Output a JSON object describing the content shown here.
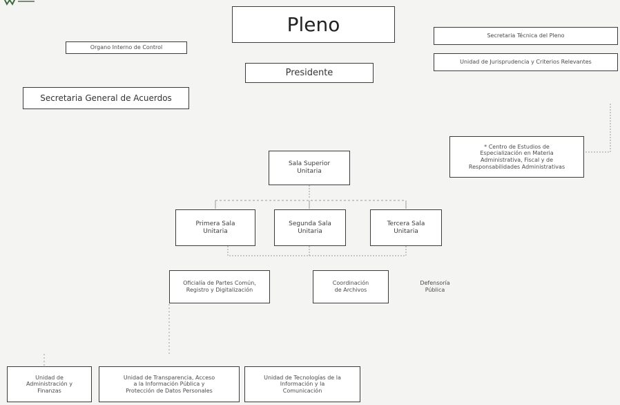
{
  "nodes": {
    "pleno": "Pleno",
    "organo_interno": "Organo Interno de Control",
    "presidente": "Presidente",
    "secretaria_general": "Secretaria General de Acuerdos",
    "secretaria_tecnica": "Secretaria Técnica del Pleno",
    "unidad_jurisprudencia": "Unidad de Jurisprudencia y Criterios Relevantes",
    "centro_estudios": "* Centro de Estudios de\nEspecialización en Materia\nAdministrativa, Fiscal y de\nResponsabilidades Administrativas",
    "sala_superior": "Sala Superior\nUnitaria",
    "primera_sala": "Primera Sala\nUnitaria",
    "segunda_sala": "Segunda Sala\nUnitaria",
    "tercera_sala": "Tercera Sala\nUnitaria",
    "oficialia": "Oficialía de Partes Común,\nRegistro y Digitalización",
    "coordinacion": "Coordinación\nde Archivos",
    "defensoria": "Defensoría\nPública",
    "unidad_administracion": "Unidad de\nAdministración y\nFinanzas",
    "unidad_transparencia": "Unidad de Transparencia, Acceso\na la Información Pública y\nProtección de Datos Personales",
    "unidad_tecnologias": "Unidad de Tecnologías de la\nInformación y la\nComunicación"
  },
  "colors": {
    "box_border": "#3a3a3a",
    "connector": "#9a9a9a",
    "logo": "#3d6b3d"
  }
}
